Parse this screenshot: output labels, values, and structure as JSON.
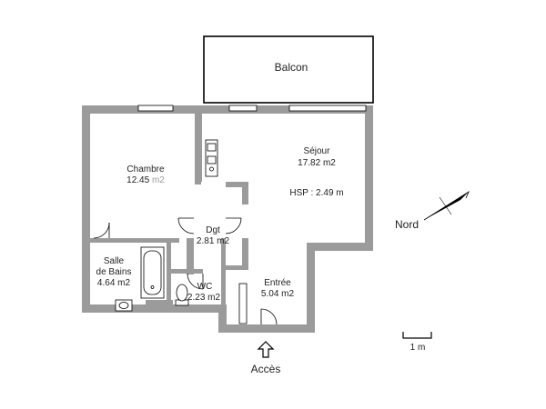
{
  "rooms": {
    "balcon": {
      "name": "Balcon"
    },
    "sejour": {
      "name": "Séjour",
      "area": "17.82 m2",
      "hsp": "HSP : 2.49 m"
    },
    "chambre": {
      "name": "Chambre",
      "area_value": "12.45",
      "area_unit": "m2"
    },
    "dgt": {
      "name": "Dgt",
      "area": "2.81 m2"
    },
    "salle_de_bains": {
      "line1": "Salle",
      "line2": "de Bains",
      "area": "4.64 m2"
    },
    "wc": {
      "name": "WC",
      "area": "2.23 m2"
    },
    "entree": {
      "name": "Entrée",
      "area": "5.04 m2"
    }
  },
  "compass": {
    "label": "Nord"
  },
  "scale": {
    "label": "1 m"
  },
  "entrance": {
    "label": "Accès"
  },
  "colors": {
    "wall": "#9b9b9b",
    "outline": "#000000",
    "background": "#ffffff"
  }
}
